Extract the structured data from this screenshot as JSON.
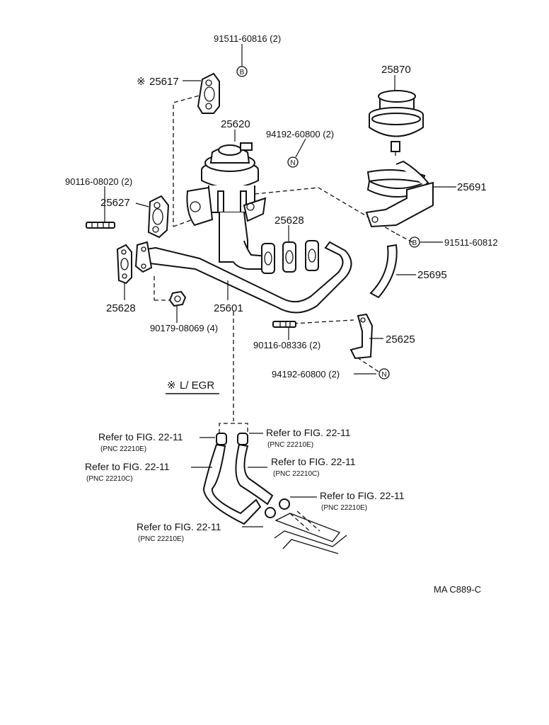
{
  "labels": {
    "p91511_60816": "91511-60816 (2)",
    "p25617": "25617",
    "p25870": "25870",
    "p25620": "25620",
    "p94192_60800_top": "94192-60800 (2)",
    "p90116_08020": "90116-08020 (2)",
    "p25627": "25627",
    "p25691": "25691",
    "p25628_right": "25628",
    "p91511_60812": "91511-60812",
    "p25695": "25695",
    "p25628_left": "25628",
    "p25601": "25601",
    "p90179_08069": "90179-08069 (4)",
    "p90116_08336": "90116-08336 (2)",
    "p25625": "25625",
    "p94192_60800_bottom": "94192-60800 (2)",
    "section_title": "L/ EGR",
    "ref_1": "Refer to FIG. 22-11",
    "pnc_1": "(PNC 22210E)",
    "ref_2": "Refer to FIG. 22-11",
    "pnc_2": "(PNC 22210E)",
    "ref_3": "Refer to FIG. 22-11",
    "pnc_3": "(PNC 22210C)",
    "ref_4": "Refer to FIG. 22-11",
    "pnc_4": "(PNC 22210C)",
    "ref_5": "Refer to FIG. 22-11",
    "pnc_5": "(PNC 22210E)",
    "ref_6": "Refer to FIG. 22-11",
    "pnc_6": "(PNC 22210E)",
    "figure_code": "MA C889-C"
  },
  "symbols": {
    "asterisk": "※",
    "circle_b": "B",
    "circle_n": "N"
  },
  "colors": {
    "ink": "#111111",
    "paper": "#ffffff"
  }
}
